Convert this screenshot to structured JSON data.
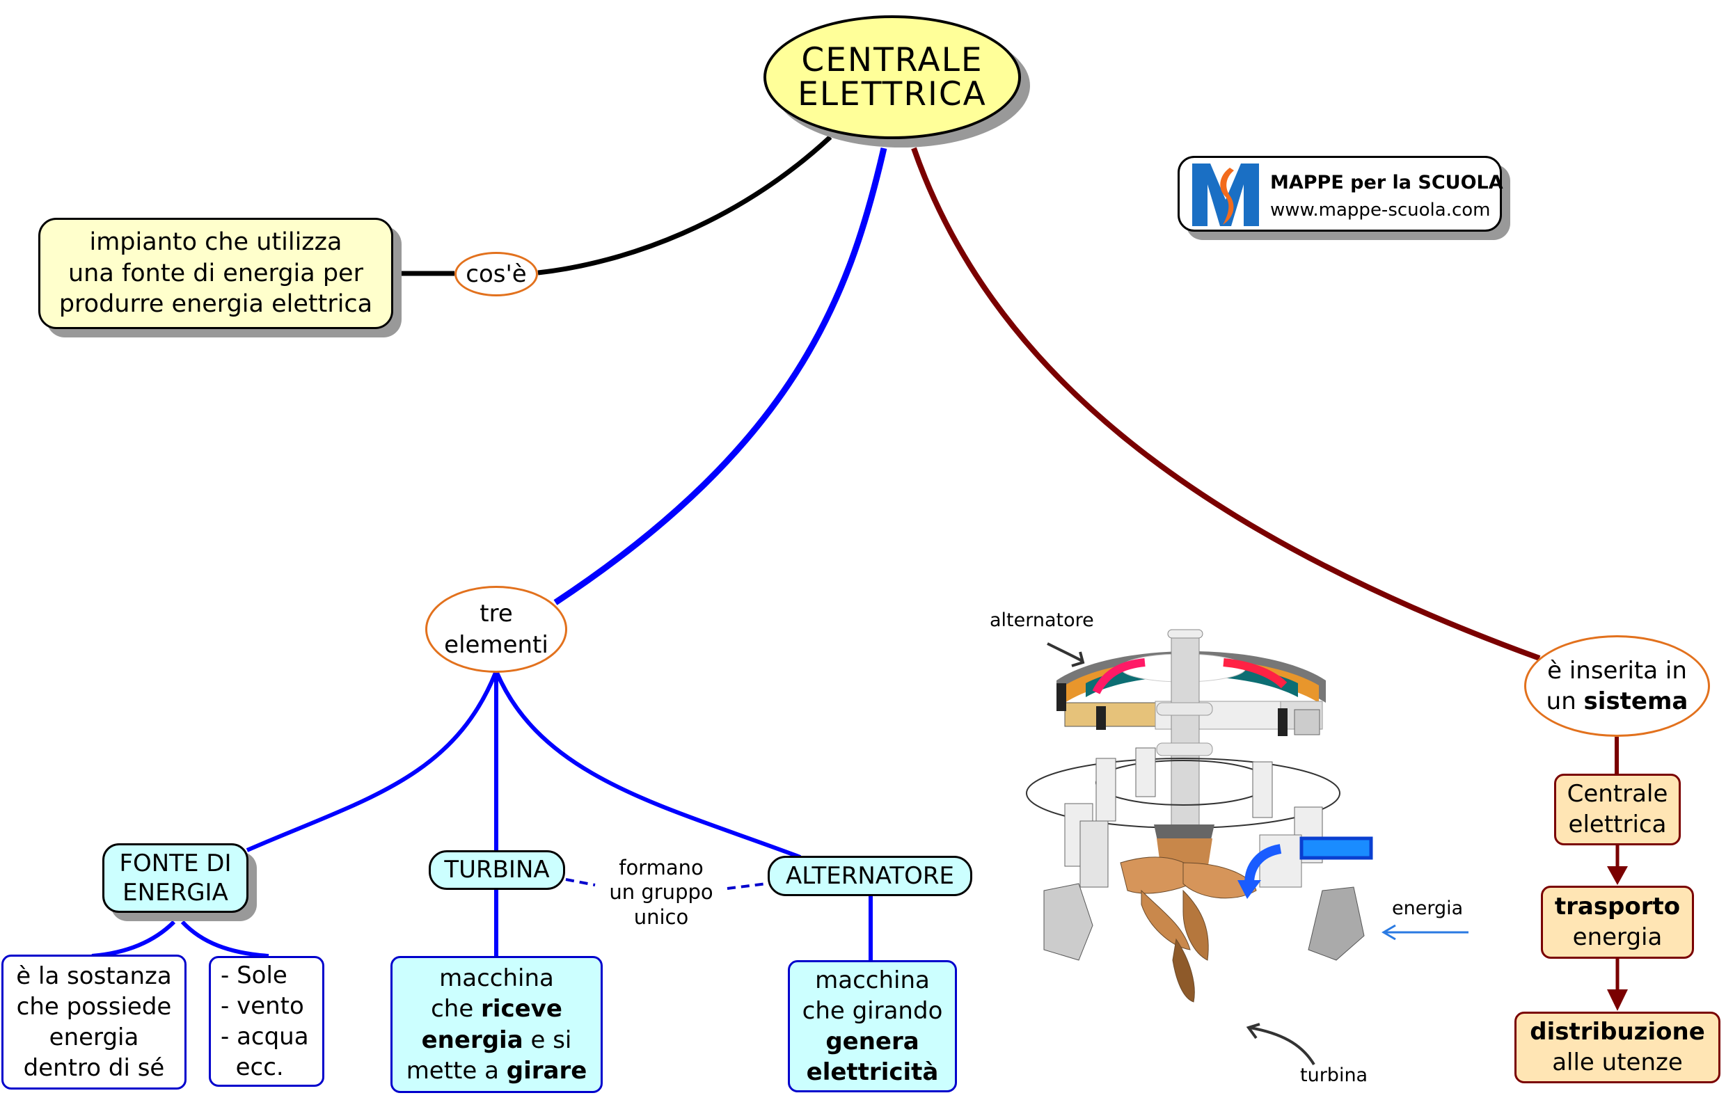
{
  "title": {
    "lines": [
      "CENTRALE",
      "ELETTRICA"
    ],
    "fill_color": "#ffff99"
  },
  "logo": {
    "title": "MAPPE per la SCUOLA",
    "url": "www.mappe-scuola.com",
    "icon": "mappe-m-logo-icon",
    "colors": {
      "blue": "#1a6fc4",
      "orange": "#f26b1d"
    }
  },
  "branches": {
    "definition": {
      "link_label": "cos'è",
      "link_color": "#000000",
      "box_lines": [
        "impianto che utilizza",
        "una fonte di energia per",
        "produrre energia elettrica"
      ],
      "box_color": "#ffffcc"
    },
    "elements": {
      "link_label_lines": [
        "tre",
        "elementi"
      ],
      "link_color": "#0000ff",
      "fonte": {
        "label_lines": [
          "FONTE DI",
          "ENERGIA"
        ],
        "description_lines": [
          "è la sostanza",
          "che possiede",
          "energia",
          "dentro di sé"
        ],
        "examples": [
          "- Sole",
          "- vento",
          "- acqua",
          "  ecc."
        ]
      },
      "turbina": {
        "label": "TURBINA",
        "description": [
          [
            {
              "t": "macchina",
              "b": false
            }
          ],
          [
            {
              "t": "che ",
              "b": false
            },
            {
              "t": "riceve",
              "b": true
            }
          ],
          [
            {
              "t": "energia",
              "b": true
            },
            {
              "t": " e si",
              "b": false
            }
          ],
          [
            {
              "t": "mette a ",
              "b": false
            },
            {
              "t": "girare",
              "b": true
            }
          ]
        ]
      },
      "alternatore": {
        "label": "ALTERNATORE",
        "description": [
          [
            {
              "t": "macchina",
              "b": false
            }
          ],
          [
            {
              "t": "che girando",
              "b": false
            }
          ],
          [
            {
              "t": "genera",
              "b": true
            }
          ],
          [
            {
              "t": "elettricità",
              "b": true
            }
          ]
        ]
      },
      "group_link_lines": [
        "formano",
        "un gruppo",
        "unico"
      ],
      "box_color": "#ccffff"
    },
    "system": {
      "link_label": [
        [
          {
            "t": "è inserita in",
            "b": false
          }
        ],
        [
          {
            "t": "un ",
            "b": false
          },
          {
            "t": "sistema",
            "b": true
          }
        ]
      ],
      "link_color": "#7a0000",
      "steps": [
        [
          [
            {
              "t": "Centrale",
              "b": false
            }
          ],
          [
            {
              "t": "elettrica",
              "b": false
            }
          ]
        ],
        [
          [
            {
              "t": "trasporto",
              "b": true
            }
          ],
          [
            {
              "t": "energia",
              "b": false
            }
          ]
        ],
        [
          [
            {
              "t": "distribuzione",
              "b": true
            }
          ],
          [
            {
              "t": "alle utenze",
              "b": false
            }
          ]
        ]
      ],
      "box_color": "#ffe5b4"
    }
  },
  "illustration": {
    "subject": "hydroelectric-turbine-alternator-diagram",
    "labels": {
      "alternatore": "alternatore",
      "energia": "energia",
      "turbina": "turbina"
    }
  }
}
